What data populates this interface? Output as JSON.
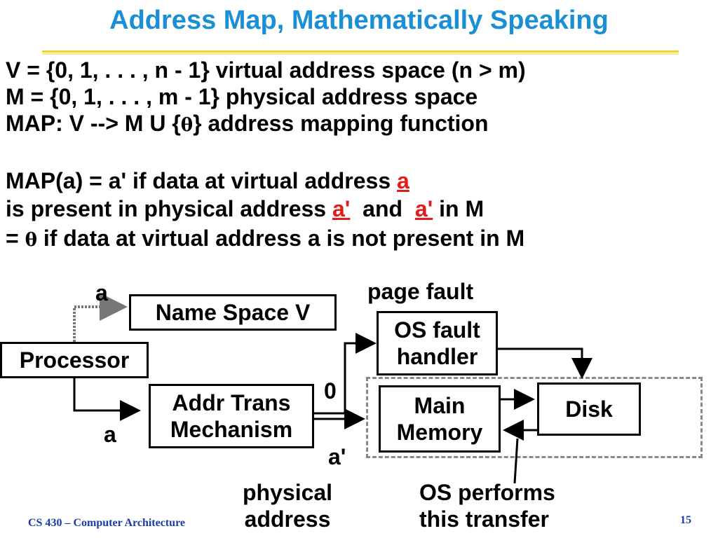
{
  "title": "Address Map, Mathematically Speaking",
  "definitions": {
    "v_line": "V = {0, 1, . . . , n - 1}   virtual address space (n > m)",
    "m_line": "M = {0, 1, . . . , m - 1}  physical address space",
    "map_prefix": "MAP:  V -->  M  U  {",
    "theta": "θ",
    "map_suffix": "}  address mapping function"
  },
  "mapping": {
    "line1_prefix": "MAP(a)  =  a'  if data at virtual address ",
    "line1_var": "a",
    "line2_prefix": "is present in physical address ",
    "line2_var1": "a'",
    "line2_mid": "  and  ",
    "line2_var2": "a'",
    "line2_suffix": " in M",
    "line3_prefix": "= ",
    "line3_theta": "θ",
    "line3_suffix": " if data at virtual address a is not present in M"
  },
  "diagram": {
    "label_a_top": "a",
    "label_page_fault": "page fault",
    "name_space": "Name Space V",
    "os_fault_handler": [
      "OS fault",
      "handler"
    ],
    "processor": "Processor",
    "label_zero": "0",
    "addr_trans": [
      "Addr Trans",
      "Mechanism"
    ],
    "main_memory": [
      "Main",
      "Memory"
    ],
    "disk": "Disk",
    "label_a_bottom": "a",
    "label_a_prime": "a'",
    "physical_address": [
      "physical",
      "address"
    ],
    "os_transfer": [
      "OS performs",
      "this transfer"
    ]
  },
  "footer": {
    "course": "CS 430 – Computer Architecture",
    "page": "15"
  },
  "colors": {
    "title": "#1a8fd6",
    "rule": "#f2d32a",
    "highlight": "#e31b1b",
    "footer": "#1a3ca8"
  }
}
